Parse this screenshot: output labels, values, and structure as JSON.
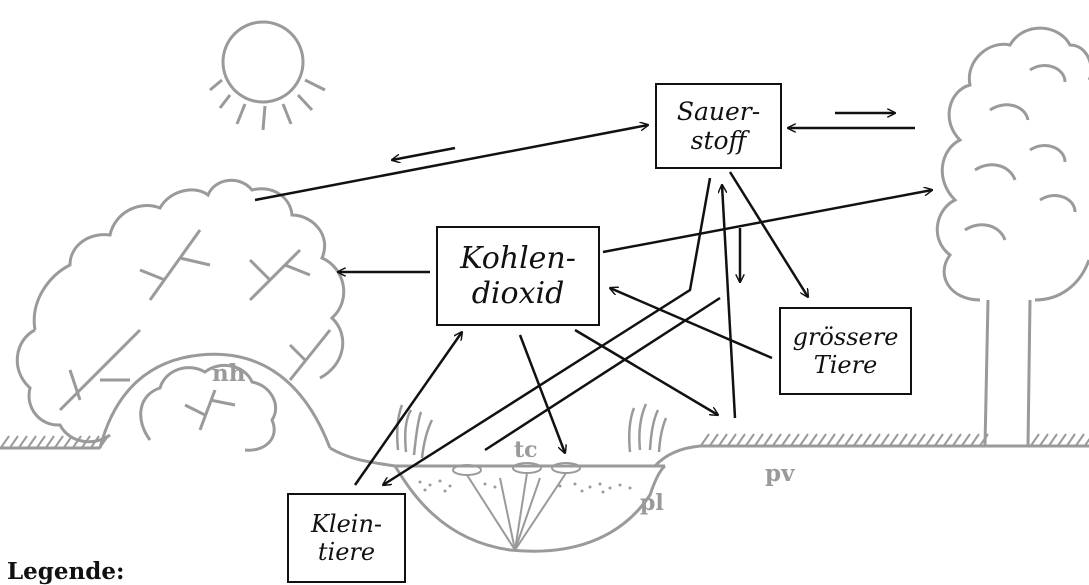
{
  "boxes": {
    "sauerstoff": {
      "line1": "Sauer-",
      "line2": "stoff"
    },
    "kohlendioxid": {
      "line1": "Kohlen-",
      "line2": "dioxid"
    },
    "groessere_tiere": {
      "line1": "grössere",
      "line2": "Tiere"
    },
    "kleintiere": {
      "line1": "Klein-",
      "line2": "tiere"
    }
  },
  "labels": {
    "nh": "nh",
    "tc": "tc",
    "pv": "pv",
    "pl": "pl"
  },
  "legend": {
    "title": "Legende:"
  },
  "colors": {
    "drawing": "#9a9a9a",
    "arrows": "#111111",
    "background": "#ffffff"
  }
}
